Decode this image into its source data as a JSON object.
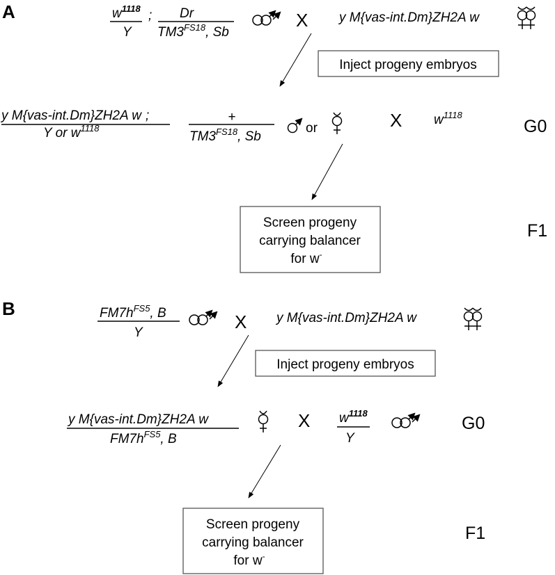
{
  "panel_a": {
    "label": "A",
    "cross1": {
      "left_num": "w",
      "left_num_sup": "1118",
      "left_den": "Y",
      "semicolon": ";",
      "right_num": "Dr",
      "right_den": "TM3",
      "right_den_sup": "FS18",
      "right_den_tail": ", Sb",
      "x_mark": "X",
      "other": "y M{vas-int.Dm}ZH2A w"
    },
    "inject_box": "Inject progeny embryos",
    "cross2": {
      "left_num": "y M{vas-int.Dm}ZH2A w",
      "semicolon": ";",
      "left_den": "Y or w",
      "left_den_sup": "1118",
      "right_num": "+",
      "right_den": "TM3",
      "right_den_sup": "FS18",
      "right_den_tail": ", Sb",
      "or_word": "or",
      "x_mark": "X",
      "other": "w",
      "other_sup": "1118",
      "generation": "G0"
    },
    "screen_box": {
      "line1": "Screen progeny",
      "line2": "carrying balancer",
      "line3": "for w",
      "line3_sup": "-"
    },
    "generation_f1": "F1"
  },
  "panel_b": {
    "label": "B",
    "cross1": {
      "left_num": "FM7h",
      "left_num_sup": "FS5",
      "left_num_tail": ", B",
      "left_den": "Y",
      "x_mark": "X",
      "other": "y M{vas-int.Dm}ZH2A w"
    },
    "inject_box": "Inject progeny embryos",
    "cross2": {
      "left_num": "y M{vas-int.Dm}ZH2A w",
      "left_den": "FM7h",
      "left_den_sup": "FS5",
      "left_den_tail": ", B",
      "x_mark": "X",
      "other_num": "w",
      "other_num_sup": "1118",
      "other_den": "Y",
      "generation": "G0"
    },
    "screen_box": {
      "line1": "Screen progeny",
      "line2": "carrying balancer",
      "line3": "for w",
      "line3_sup": "-"
    },
    "generation_f1": "F1"
  }
}
